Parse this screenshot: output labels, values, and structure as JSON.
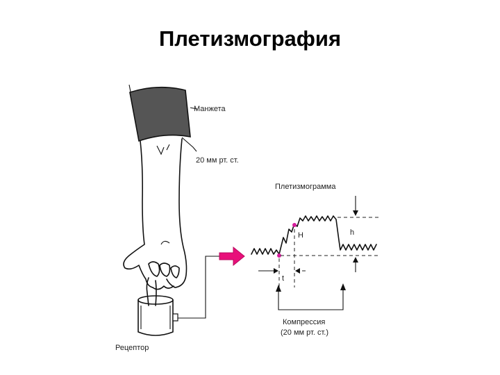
{
  "title": "Плетизмография",
  "labels": {
    "cuff": "Манжета",
    "pressure": "20 мм рт. ст.",
    "plethysmogram": "Плетизмограмма",
    "H": "H",
    "h": "h",
    "t": "t",
    "compression_line1": "Компрессия",
    "compression_line2": "(20 мм рт. ст.)",
    "receptor": "Рецептор"
  },
  "colors": {
    "arrow": "#e8107a",
    "marker": "#d61d9c",
    "cuff": "#555555",
    "ink": "#111111"
  }
}
